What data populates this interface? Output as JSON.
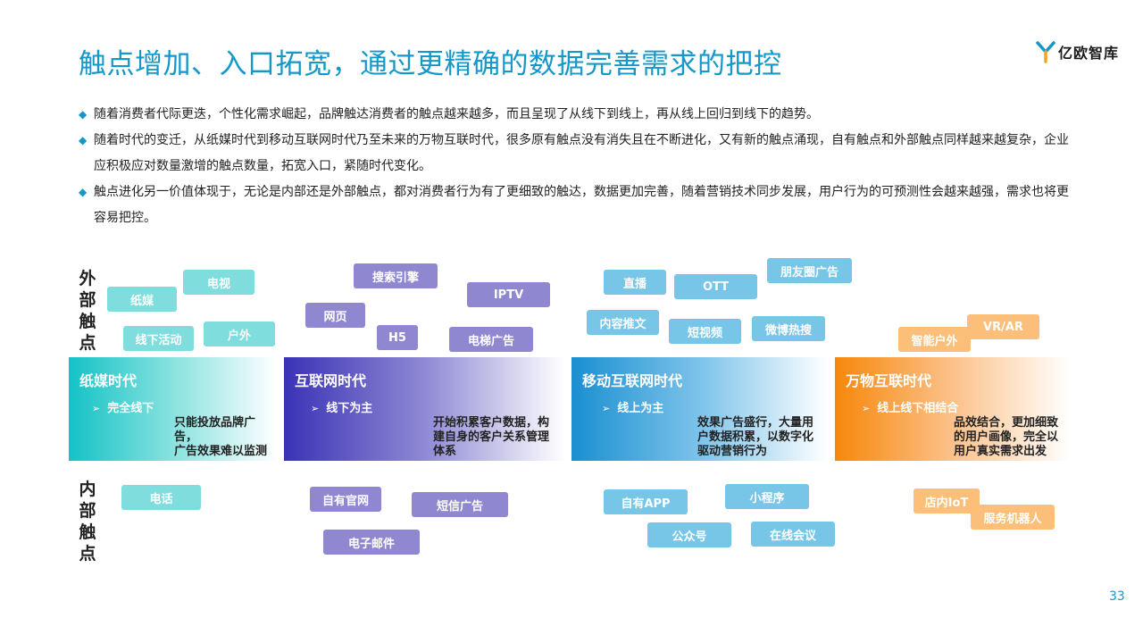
{
  "header": {
    "title": "触点增加、入口拓宽，通过更精确的数据完善需求的把控",
    "logo_text": "亿欧智库"
  },
  "bullets": [
    "随着消费者代际更迭，个性化需求崛起，品牌触达消费者的触点越来越多，而且呈现了从线下到线上，再从线上回归到线下的趋势。",
    "随着时代的变迁，从纸媒时代到移动互联网时代乃至未来的万物互联时代，很多原有触点没有消失且在不断进化，又有新的触点涌现，自有触点和外部触点同样越来越复杂，企业应积极应对数量激增的触点数量，拓宽入口，紧随时代变化。",
    "触点进化另一价值体现于，无论是内部还是外部触点，都对消费者行为有了更细致的触达，数据更加完善，随着营销技术同步发展，用户行为的可预测性会越来越强，需求也将更容易把控。"
  ],
  "bullet_mark": "◆",
  "side_labels": {
    "external": [
      "外",
      "部",
      "触",
      "点"
    ],
    "internal": [
      "内",
      "部",
      "触",
      "点"
    ]
  },
  "eras": [
    {
      "name": "纸媒时代",
      "sub": "完全线下",
      "desc": [
        "只能投放品牌广告，",
        "广告效果难以监测"
      ]
    },
    {
      "name": "互联网时代",
      "sub": "线下为主",
      "desc": [
        "开始积累客户数据，构",
        "建自身的客户关系管理",
        "体系"
      ]
    },
    {
      "name": "移动互联网时代",
      "sub": "线上为主",
      "desc": [
        "效果广告盛行，大量用",
        "户数据积累，以数字化",
        "驱动营销行为"
      ]
    },
    {
      "name": "万物互联时代",
      "sub": "线上线下相结合",
      "desc": [
        "品效结合，更加细致",
        "的用户画像，完全以",
        "用户真实需求出发"
      ]
    }
  ],
  "sub_arrow": "➢",
  "external_tags": {
    "paper": [
      "纸媒",
      "电视",
      "线下活动",
      "户外"
    ],
    "internet": [
      "搜索引擎",
      "IPTV",
      "网页",
      "H5",
      "电梯广告"
    ],
    "mobile": [
      "直播",
      "OTT",
      "朋友圈广告",
      "内容推文",
      "短视频",
      "微博热搜"
    ],
    "iot": [
      "智能户外",
      "VR/AR"
    ]
  },
  "internal_tags": {
    "paper": [
      "电话"
    ],
    "internet": [
      "自有官网",
      "短信广告",
      "电子邮件"
    ],
    "mobile": [
      "自有APP",
      "小程序",
      "公众号",
      "在线会议"
    ],
    "iot": [
      "店内IoT",
      "服务机器人"
    ]
  },
  "page_number": "33"
}
